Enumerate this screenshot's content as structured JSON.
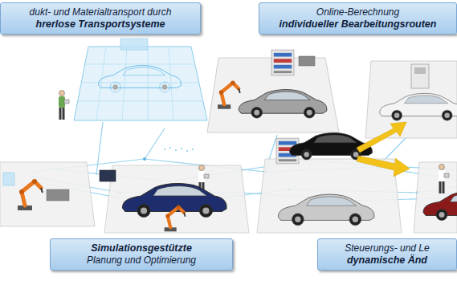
{
  "diagram": {
    "nodes": [
      {
        "text": [
          "dukt- und Materialtransport durch",
          "hrerlose Transportsysteme"
        ]
      },
      {
        "text": [
          "Online-Berechnung",
          "individueller Bearbeitungsrouten"
        ]
      },
      {
        "text": [
          "Simulationsgestützte",
          "Planung und Optimierung"
        ]
      },
      {
        "text": [
          "Steuerungs- und Le",
          "dynamische Änd"
        ]
      }
    ]
  }
}
